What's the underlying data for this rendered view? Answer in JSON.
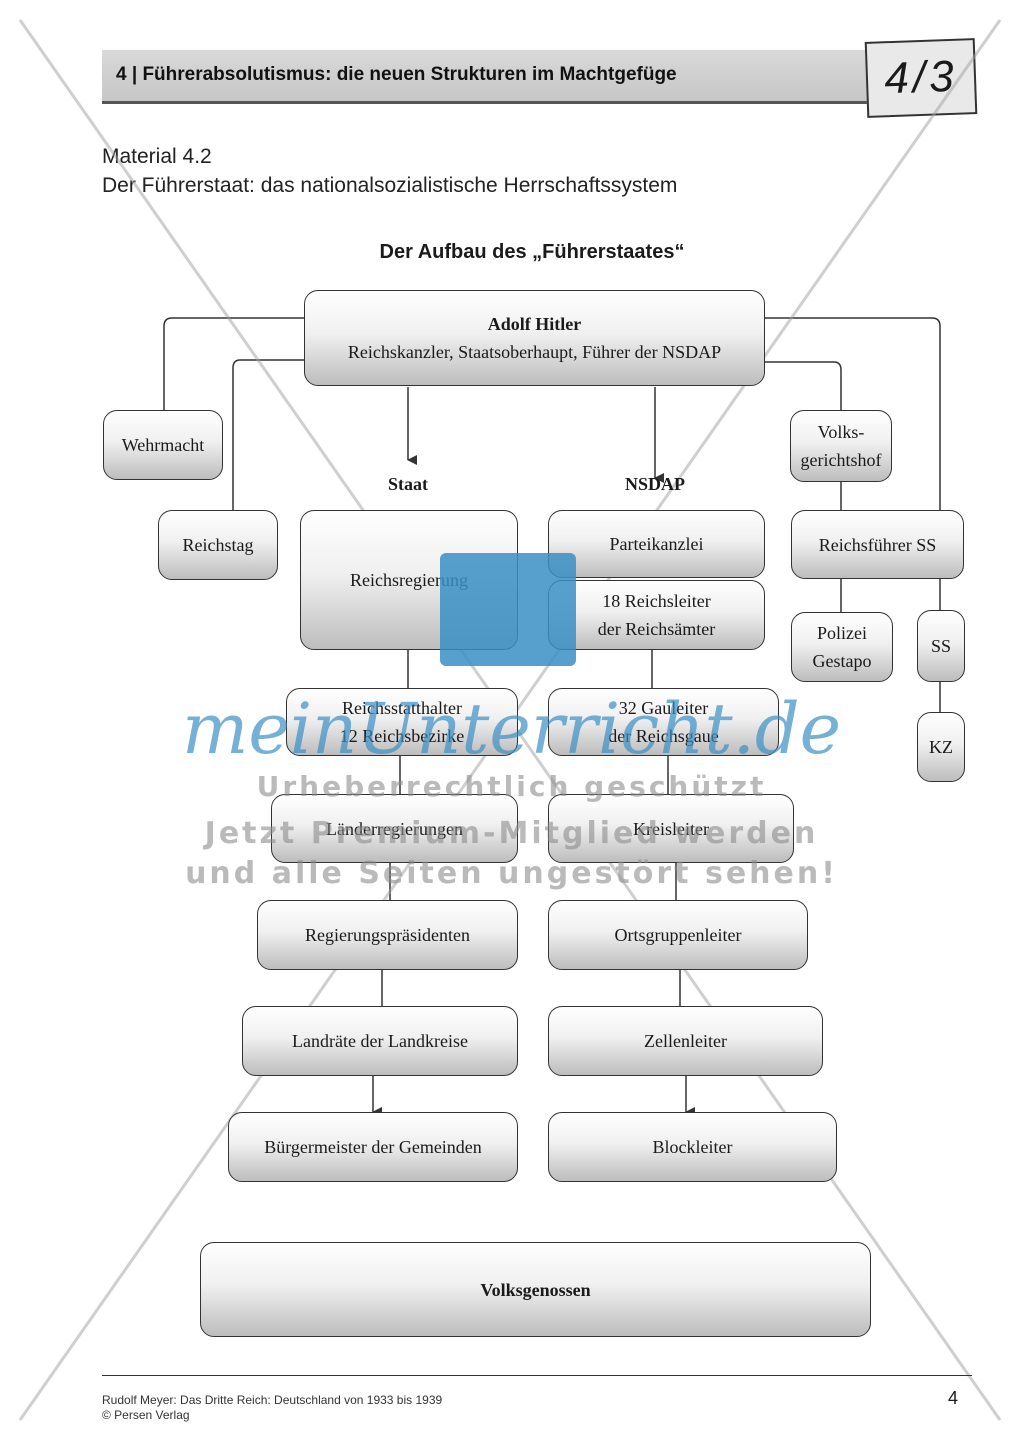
{
  "header": {
    "title": "4 | Führerabsolutismus: die neuen Strukturen im Machtgefüge",
    "badge": "4/3"
  },
  "material": {
    "label": "Material 4.2",
    "title": "Der Führerstaat: das nationalsozialistische Herrschaftssystem"
  },
  "diagram": {
    "title": "Der Aufbau des „Führerstaates“",
    "top": {
      "name": "Adolf Hitler",
      "roles": "Reichskanzler, Staatsoberhaupt, Führer der NSDAP"
    },
    "wehrmacht": "Wehrmacht",
    "reichstag": "Reichstag",
    "volksgerichtshof": [
      "Volks-",
      "gerichtshof"
    ],
    "staat_label": "Staat",
    "nsdap_label": "NSDAP",
    "staat": {
      "reichsregierung": "Reichsregierung",
      "reichsstatthalter": [
        "Reichsstatthalter",
        "12 Reichsbezirke"
      ],
      "laenderregierungen": "Länderregierungen",
      "regierungspraesidenten": "Regierungspräsidenten",
      "landraete": "Landräte der Landkreise",
      "buergermeister": "Bürgermeister der Gemeinden"
    },
    "partei": {
      "parteikanzlei": "Parteikanzlei",
      "reichsleiter": [
        "18 Reichsleiter",
        "der Reichsämter"
      ],
      "gauleiter": [
        "32 Gauleiter",
        "der Reichsgaue"
      ],
      "kreisleiter": "Kreisleiter",
      "ortsgruppenleiter": "Ortsgruppenleiter",
      "zellenleiter": "Zellenleiter",
      "blockleiter": "Blockleiter"
    },
    "ss": {
      "reichsfuehrer": "Reichsführer SS",
      "polizei": [
        "Polizei",
        "Gestapo"
      ],
      "ss": "SS",
      "kz": "KZ"
    },
    "base": "Volksgenossen"
  },
  "watermark": {
    "brand": "meinUnterricht.de",
    "line1": "Urheberrechtlich geschützt",
    "line2": "Jetzt Premium-Mitglied werden",
    "line3": "und alle Seiten ungestört sehen!"
  },
  "footer": {
    "line1": "Rudolf Meyer: Das Dritte Reich: Deutschland von 1933 bis 1939",
    "line2": "© Persen Verlag",
    "page": "4"
  }
}
